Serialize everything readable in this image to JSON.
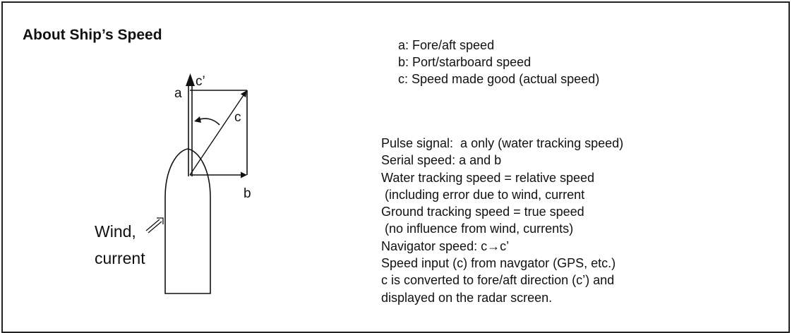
{
  "title": "About Ship’s Speed",
  "legend": [
    "a: Fore/aft speed",
    "b: Port/starboard speed",
    "c: Speed made good (actual speed)"
  ],
  "diagram": {
    "label_a": "a",
    "label_c_prime": "c’",
    "label_c": "c",
    "label_b": "b",
    "wind_line1": "Wind,",
    "wind_line2": "current"
  },
  "notes": [
    "Pulse signal:  a only (water tracking speed)",
    "Serial speed: a and b",
    "Water tracking speed = relative speed",
    " (including error due to wind, current",
    "Ground tracking speed = true speed",
    " (no influence from wind, currents)",
    "Navigator speed: c→c’",
    "Speed input (c) from navgator (GPS, etc.)",
    "c is converted to fore/aft direction (c’) and",
    "displayed on the radar screen."
  ]
}
